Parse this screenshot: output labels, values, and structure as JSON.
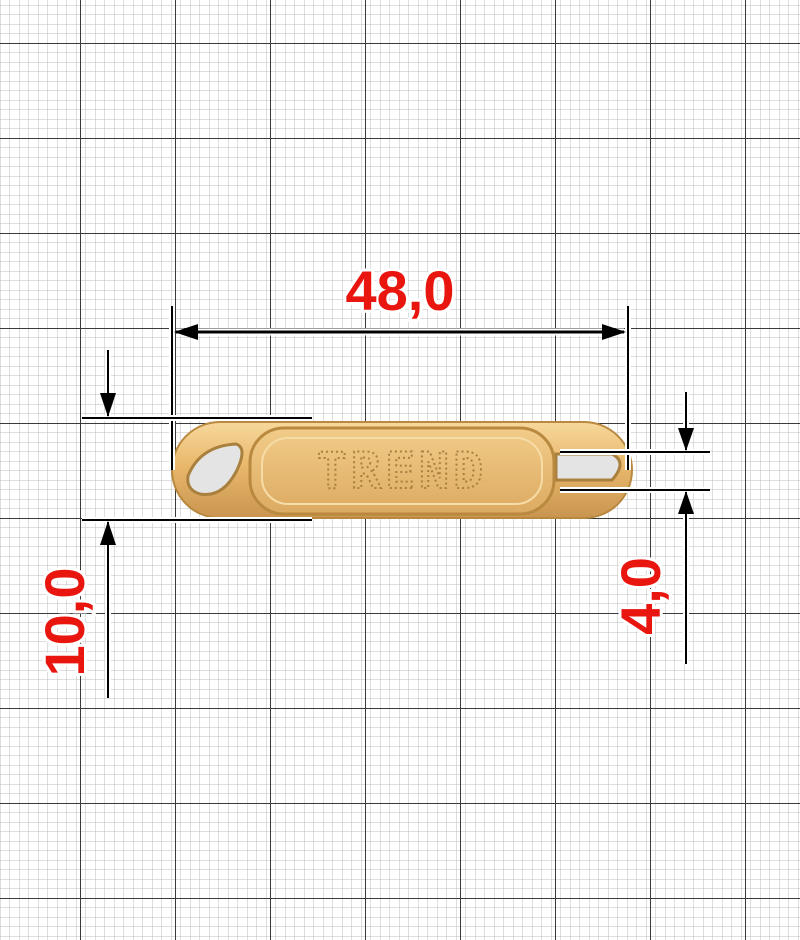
{
  "dimensions": {
    "length": "48,0",
    "width": "10,0",
    "slot": "4,0"
  },
  "product": {
    "engraving": "TREND"
  },
  "colors": {
    "grid_minor": "#bdbdbd",
    "grid_major": "#333333",
    "label": "#e8160f",
    "metal": "#e7b66c",
    "metal_dark": "#b8893f"
  }
}
